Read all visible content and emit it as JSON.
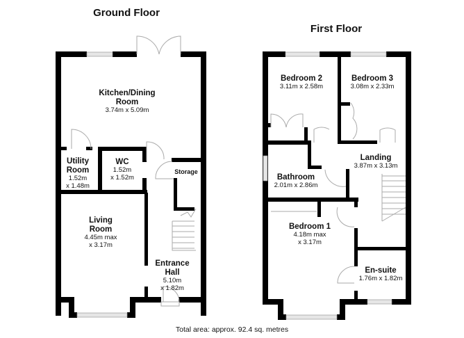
{
  "ground_floor": {
    "title": "Ground Floor",
    "rooms": [
      {
        "name": "Kitchen/Dining",
        "name2": "Room",
        "dims": "3.74m x 5.09m"
      },
      {
        "name": "Utility",
        "name2": "Room",
        "dims": "1.52m",
        "dims2": "x 1.48m"
      },
      {
        "name": "WC",
        "dims": "1.52m",
        "dims2": "x 1.52m"
      },
      {
        "name": "Storage"
      },
      {
        "name": "Living",
        "name2": "Room",
        "dims": "4.45m max",
        "dims2": "x 3.17m"
      },
      {
        "name": "Entrance",
        "name2": "Hall",
        "dims": "5.10m",
        "dims2": "x 1.82m"
      }
    ]
  },
  "first_floor": {
    "title": "First Floor",
    "rooms": [
      {
        "name": "Bedroom 2",
        "dims": "3.11m x 2.58m"
      },
      {
        "name": "Bedroom 3",
        "dims": "3.08m x 2.33m"
      },
      {
        "name": "Landing",
        "dims": "3.87m x 3.13m"
      },
      {
        "name": "Bathroom",
        "dims": "2.01m x 2.86m"
      },
      {
        "name": "Bedroom 1",
        "dims": "4.18m max",
        "dims2": "x 3.17m"
      },
      {
        "name": "En-suite",
        "dims": "1.76m x 1.82m"
      }
    ]
  },
  "footer": {
    "total_area": "Total area: approx. 92.4 sq. metres"
  },
  "colors": {
    "wall": "#000000",
    "window": "#e6e6e6",
    "door": "#999999",
    "background": "#ffffff"
  }
}
